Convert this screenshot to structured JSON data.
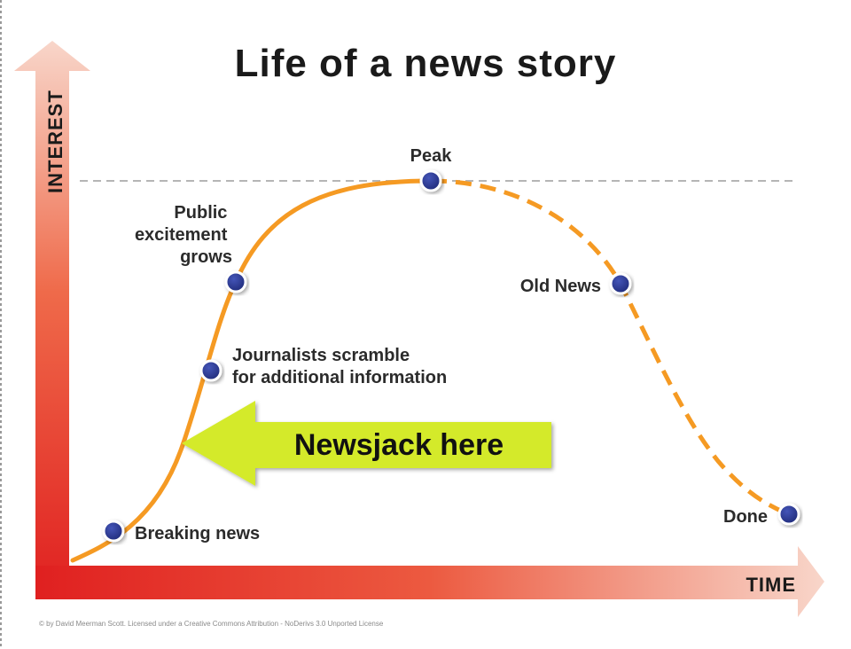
{
  "title": "Life of a news story",
  "axes": {
    "y_label": "INTEREST",
    "x_label": "TIME"
  },
  "milestones": [
    {
      "id": "breaking",
      "label_lines": [
        "Breaking news"
      ]
    },
    {
      "id": "journalists",
      "label_lines": [
        "Journalists scramble",
        "for additional information"
      ]
    },
    {
      "id": "public",
      "label_lines": [
        "Public",
        "excitement",
        "grows"
      ]
    },
    {
      "id": "peak",
      "label_lines": [
        "Peak"
      ]
    },
    {
      "id": "old",
      "label_lines": [
        "Old News"
      ]
    },
    {
      "id": "done",
      "label_lines": [
        "Done"
      ]
    }
  ],
  "callout": {
    "text": "Newsjack here"
  },
  "credit": "© by David Meerman Scott. Licensed under a Creative Commons Attribution - NoDerivs 3.0 Unported License",
  "colors": {
    "curve": "#f59a23",
    "dot": "#2b3990",
    "axis_dark": "#e02020",
    "axis_light": "#f6d0c4",
    "arrow_fill": "#d4ea2c",
    "guide": "#b5b5b5"
  }
}
